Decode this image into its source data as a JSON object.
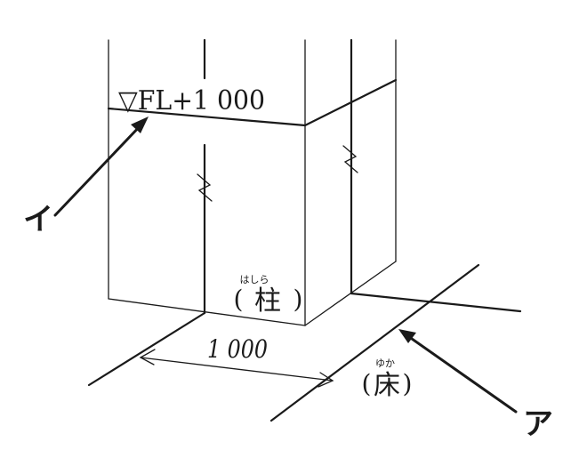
{
  "level_mark": "▽FL+1 000",
  "dimension": "1 000",
  "pillar": {
    "ruby": "はしら",
    "open": "(",
    "kanji": "柱",
    "close": ")"
  },
  "floor": {
    "ruby": "ゆか",
    "open": "(",
    "kanji": "床",
    "close": ")"
  },
  "callouts": {
    "i": "イ",
    "a": "ア"
  },
  "colors": {
    "ink": "#1a1a1a",
    "background": "#ffffff"
  }
}
